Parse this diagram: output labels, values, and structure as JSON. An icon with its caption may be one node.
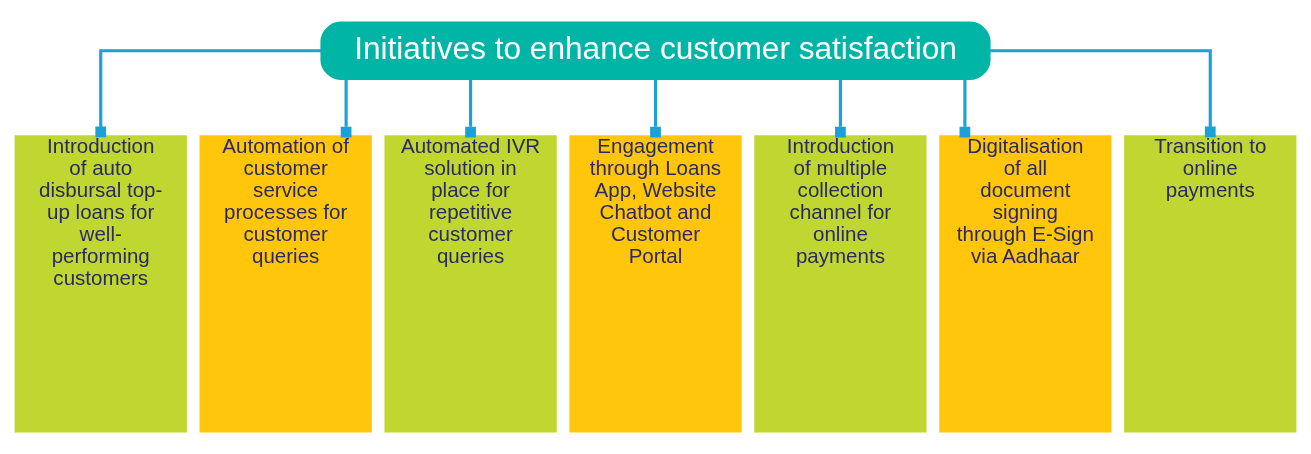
{
  "diagram": {
    "nodes": [
      {
        "text": [
          "Initiatives to enhance customer satisfaction"
        ]
      },
      {
        "text": [
          "Introduction of auto disbursal top-up loans for well-performing customers"
        ]
      },
      {
        "text": [
          "Automation of customer service processes for customer queries"
        ]
      },
      {
        "text": [
          "Automated IVR solution in place for repetitive customer queries"
        ]
      },
      {
        "text": [
          "Engagement through Loans App, Website Chatbot and Customer Portal"
        ]
      },
      {
        "text": [
          "Introduction of multiple collection channel for online payments"
        ]
      },
      {
        "text": [
          "Digitalisation of all document signing through E-Sign via Aadhaar"
        ]
      },
      {
        "text": [
          "Transition to online payments"
        ]
      }
    ],
    "edges": [
      {
        "from": 0,
        "to": 1,
        "arrow": "other"
      },
      {
        "from": 0,
        "to": 2,
        "arrow": "other"
      },
      {
        "from": 0,
        "to": 3,
        "arrow": "other"
      },
      {
        "from": 0,
        "to": 4,
        "arrow": "other"
      },
      {
        "from": 0,
        "to": 5,
        "arrow": "other"
      },
      {
        "from": 0,
        "to": 6,
        "arrow": "other"
      },
      {
        "from": 0,
        "to": 7,
        "arrow": "other"
      }
    ]
  }
}
